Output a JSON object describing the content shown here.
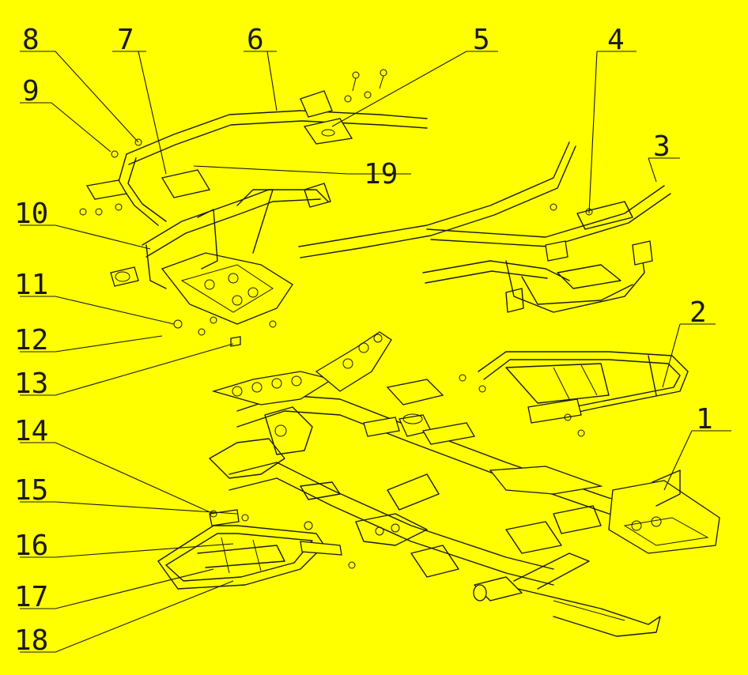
{
  "diagram": {
    "background": "#ffff00",
    "line_color": "#1a1a1a",
    "callouts": [
      {
        "id": "c1",
        "label": "1"
      },
      {
        "id": "c2",
        "label": "2"
      },
      {
        "id": "c3",
        "label": "3"
      },
      {
        "id": "c4",
        "label": "4"
      },
      {
        "id": "c5",
        "label": "5"
      },
      {
        "id": "c6",
        "label": "6"
      },
      {
        "id": "c7",
        "label": "7"
      },
      {
        "id": "c8",
        "label": "8"
      },
      {
        "id": "c9",
        "label": "9"
      },
      {
        "id": "c10",
        "label": "10"
      },
      {
        "id": "c11",
        "label": "11"
      },
      {
        "id": "c12",
        "label": "12"
      },
      {
        "id": "c13",
        "label": "13"
      },
      {
        "id": "c14",
        "label": "14"
      },
      {
        "id": "c15",
        "label": "15"
      },
      {
        "id": "c16",
        "label": "16"
      },
      {
        "id": "c17",
        "label": "17"
      },
      {
        "id": "c18",
        "label": "18"
      },
      {
        "id": "c19",
        "label": "19"
      }
    ]
  }
}
